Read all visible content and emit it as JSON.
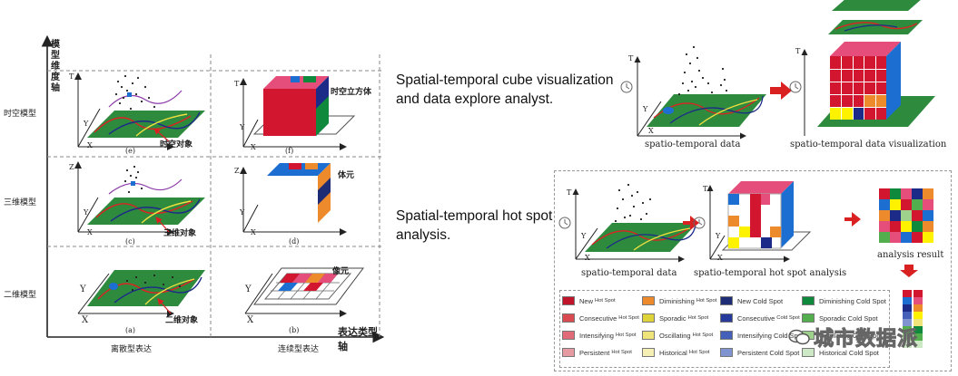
{
  "matrix": {
    "y_axis_title": "模型维度轴",
    "x_axis_title": "表达类型轴",
    "rows": [
      "时空模型",
      "三维模型",
      "二维模型"
    ],
    "cols": [
      "离散型表达",
      "连续型表达"
    ],
    "panels": [
      {
        "letter": "(e)",
        "annotation": "时空对象",
        "axis_v": "T",
        "axis_d": "Y",
        "axis_h": "X"
      },
      {
        "letter": "(f)",
        "annotation": "时空立方体",
        "axis_v": "T",
        "axis_d": "Y",
        "axis_h": "X"
      },
      {
        "letter": "(c)",
        "annotation": "三维对象",
        "axis_v": "Z",
        "axis_d": "Y",
        "axis_h": "X"
      },
      {
        "letter": "(d)",
        "annotation": "体元",
        "axis_v": "Z",
        "axis_d": "Y",
        "axis_h": "X"
      },
      {
        "letter": "(a)",
        "annotation": "二维对象",
        "axis_v": "",
        "axis_d": "Y",
        "axis_h": "X"
      },
      {
        "letter": "(b)",
        "annotation": "像元",
        "axis_v": "",
        "axis_d": "Y",
        "axis_h": "X"
      }
    ]
  },
  "section1": {
    "heading_line1": "Spatial-temporal cube visualization",
    "heading_line2": "and data explore analyst.",
    "caption_left": "spatio-temporal data",
    "caption_right": "spatio-temporal data visualization",
    "axis_t": "T",
    "axis_y": "Y",
    "axis_x": "X"
  },
  "section2": {
    "heading_line1": "Spatial-temporal hot spot",
    "heading_line2": "analysis.",
    "caption_a": "spatio-temporal data",
    "caption_b": "spatio-temporal hot spot analysis",
    "caption_c": "analysis result",
    "axis_t": "T",
    "axis_y": "Y",
    "axis_x": "X"
  },
  "legend": [
    {
      "main": "New",
      "sub": "Hot Spot",
      "color": "#c0142a"
    },
    {
      "main": "Diminishing",
      "sub": "Hot Spot",
      "color": "#ec8a2c"
    },
    {
      "main": "New Cold Spot",
      "sub": "",
      "color": "#1d2c74"
    },
    {
      "main": "Diminishing Cold Spot",
      "sub": "",
      "color": "#0f8a3c"
    },
    {
      "main": "Consecutive",
      "sub": "Hot Spot",
      "color": "#d94b50"
    },
    {
      "main": "Sporadic",
      "sub": "Hot Spot",
      "color": "#dfd33a"
    },
    {
      "main": "Consecutive",
      "sub": "Cold Spot",
      "color": "#263a9c"
    },
    {
      "main": "Sporadic Cold Spot",
      "sub": "",
      "color": "#53ae4e"
    },
    {
      "main": "Intensifying",
      "sub": "Hot Spot",
      "color": "#e06a77"
    },
    {
      "main": "Oscillating",
      "sub": "Hot Spot",
      "color": "#eee47a"
    },
    {
      "main": "Intensifying Cold Spot",
      "sub": "",
      "color": "#4560b8"
    },
    {
      "main": "Oscillating Cold Spot",
      "sub": "",
      "color": "#9ed28c"
    },
    {
      "main": "Persistent",
      "sub": "Hot Spot",
      "color": "#e69aa2"
    },
    {
      "main": "Historical",
      "sub": "Hot Spot",
      "color": "#f5efb4"
    },
    {
      "main": "Persistent Cold Spot",
      "sub": "",
      "color": "#8094d0"
    },
    {
      "main": "Historical Cold Spot",
      "sub": "",
      "color": "#cde8c4"
    }
  ],
  "watermark": "城市数据派",
  "colors": {
    "green_plane": "#2e8b3e",
    "cube_red": "#d2162f",
    "arrow_red": "#d92121",
    "legend_border": "#999999"
  }
}
